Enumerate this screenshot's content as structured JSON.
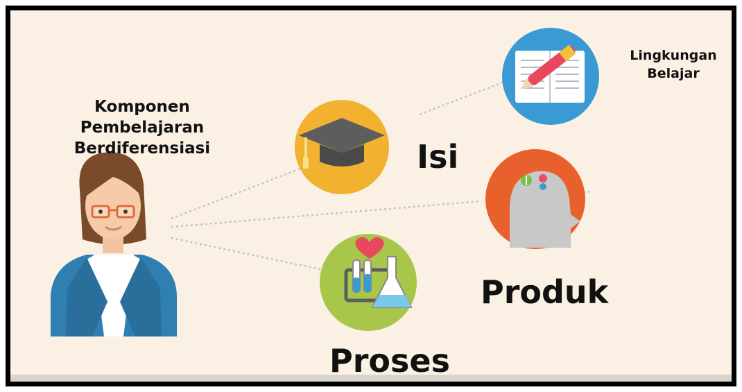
{
  "title_lines": [
    "Komponen",
    "Pembelajaran",
    "Berdiferensiasi"
  ],
  "nodes": {
    "isi": {
      "label": "Isi",
      "icon": "graduation-cap-icon",
      "color": "#f2b12e"
    },
    "produk": {
      "label": "Produk",
      "icon": "head-ideas-icon",
      "color": "#e8602c"
    },
    "proses": {
      "label": "Proses",
      "icon": "lab-flasks-icon",
      "color": "#a8c64a"
    },
    "lingkungan": {
      "label_lines": [
        "Lingkungan",
        "Belajar"
      ],
      "icon": "notebook-pen-icon",
      "color": "#3a9ad3"
    }
  },
  "colors": {
    "background": "#faf1e4",
    "frame": "#000000",
    "connector": "#c9c2b8"
  }
}
